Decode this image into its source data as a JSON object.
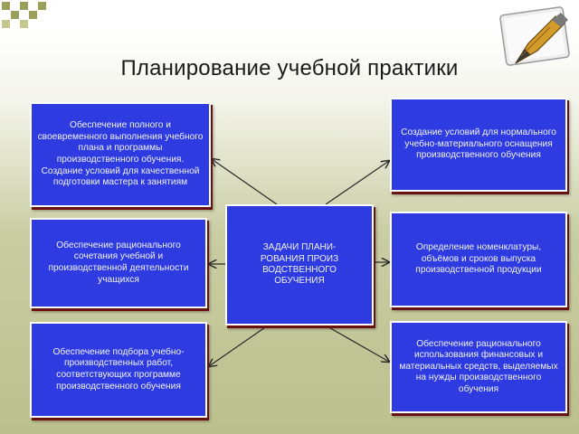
{
  "slide": {
    "title": "Планирование учебной практики"
  },
  "center": {
    "text": "ЗАДАЧИ ПЛАНИ-РОВАНИЯ ПРОИЗ ВОДСТВЕННОГО ОБУЧЕНИЯ"
  },
  "tasks": [
    {
      "id": "left-top",
      "text": "Обеспечение полного и своевременного выполнения учебного плана и программы производственного обучения. Создание условий для качественной подготовки мастера к занятиям"
    },
    {
      "id": "left-middle",
      "text": "Обеспечение рационального сочетания учебной и производственной деятельности учащихся"
    },
    {
      "id": "left-bottom",
      "text": "Обеспечение подбора учебно-производственных работ, соответствующих программе производственного обучения"
    },
    {
      "id": "right-top",
      "text": "Создание условий для нормального учебно-материального оснащения производственного обучения"
    },
    {
      "id": "right-middle",
      "text": "Определение номенклатуры, объёмов и сроков выпуска производственной продукции"
    },
    {
      "id": "right-bottom",
      "text": "Обеспечение рационального использования финансовых и материальных средств, выделяемых на нужды производственного обучения"
    }
  ],
  "colors": {
    "box_fill": "#2d3be0",
    "box_border": "#ffffff",
    "box_shadow": "#6a1010",
    "arrow": "#2a2a2a"
  },
  "icons": [
    "pen-nib-icon"
  ]
}
